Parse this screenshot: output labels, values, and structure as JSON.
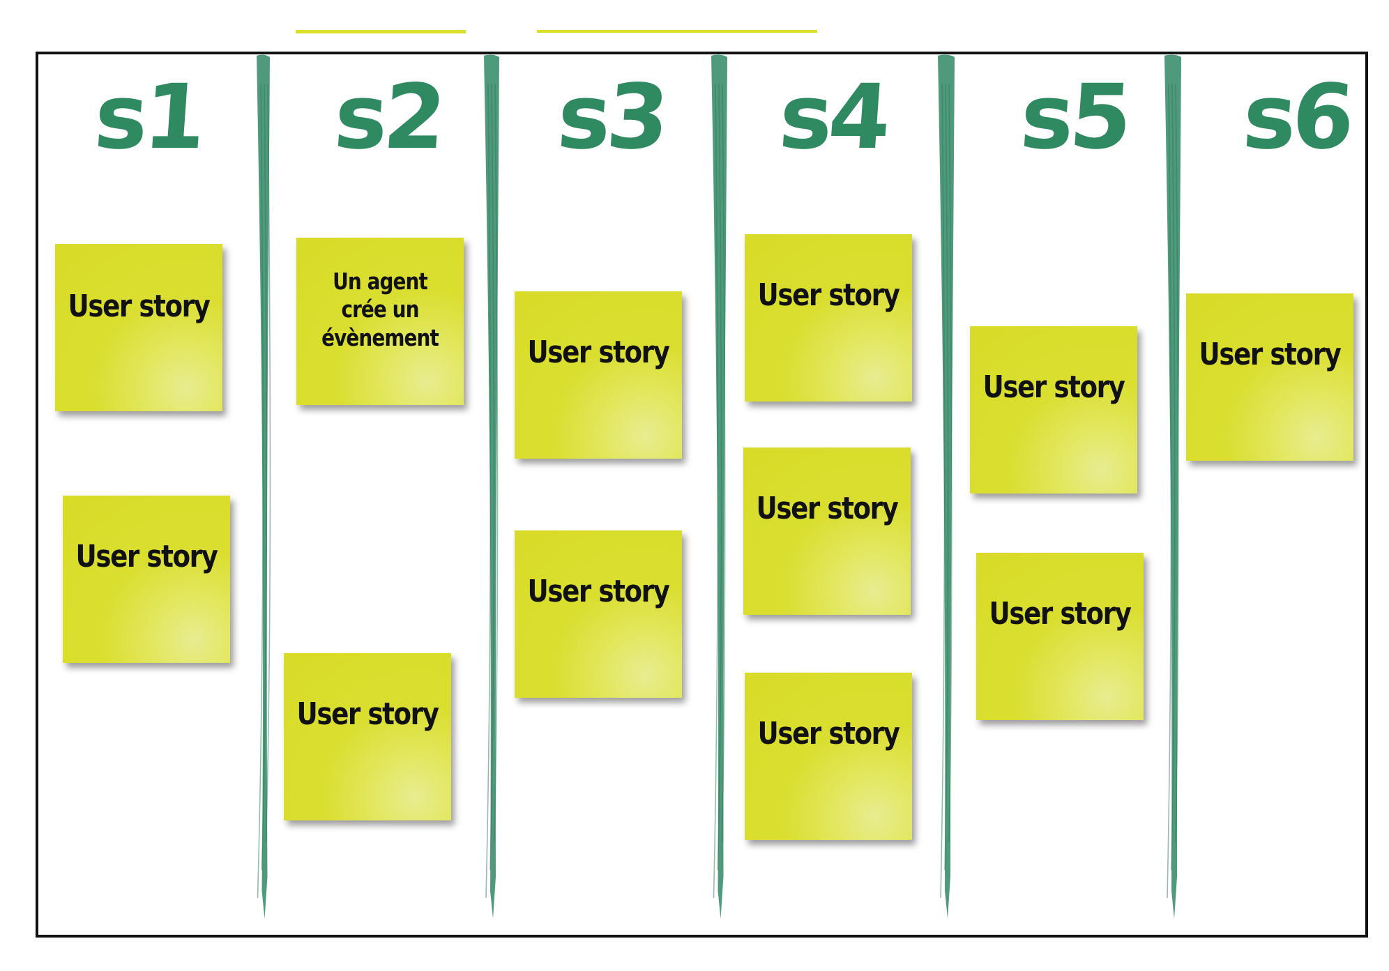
{
  "colors": {
    "header": "#2f8a62",
    "stroke": "#4f9a7c",
    "note": "#d9dd2a",
    "border": "#111111"
  },
  "sprints": [
    {
      "label": "s1",
      "notes": [
        "User story",
        "User story"
      ]
    },
    {
      "label": "s2",
      "notes": [
        "Un agent crée un évènement",
        "User story"
      ]
    },
    {
      "label": "s3",
      "notes": [
        "User story",
        "User story"
      ]
    },
    {
      "label": "s4",
      "notes": [
        "User story",
        "User story",
        "User story"
      ]
    },
    {
      "label": "s5",
      "notes": [
        "User story",
        "User story"
      ]
    },
    {
      "label": "s6",
      "notes": [
        "User story"
      ]
    }
  ]
}
